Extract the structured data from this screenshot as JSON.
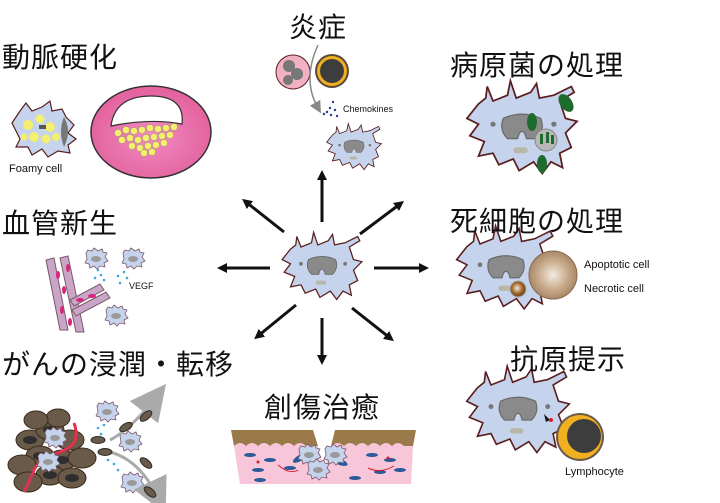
{
  "diagram": {
    "center": "macrophage",
    "sections": [
      {
        "id": "atherosclerosis",
        "title": "動脈硬化",
        "labels": [
          "Foamy cell"
        ]
      },
      {
        "id": "inflammation",
        "title": "炎症",
        "labels": [
          "Chemokines"
        ]
      },
      {
        "id": "pathogen",
        "title": "病原菌の処理",
        "labels": []
      },
      {
        "id": "angiogenesis",
        "title": "血管新生",
        "labels": [
          "VEGF"
        ]
      },
      {
        "id": "dead-cell",
        "title": "死細胞の処理",
        "labels": [
          "Apoptotic cell",
          "Necrotic cell"
        ]
      },
      {
        "id": "cancer",
        "title": "がんの浸潤・転移",
        "labels": []
      },
      {
        "id": "wound",
        "title": "創傷治癒",
        "labels": []
      },
      {
        "id": "antigen",
        "title": "抗原提示",
        "labels": [
          "Lymphocyte"
        ]
      }
    ]
  },
  "colors": {
    "cell_fill": "#c5d3ec",
    "cell_outline": "#5a1e1e",
    "nucleus": "#8a8a8a",
    "artery": "#e56aa8",
    "foam": "#f4ef6e",
    "bacteria": "#1e6b2e",
    "arrow": "#111111",
    "lymph_ring": "#f0b020",
    "lymph_core": "#3d3d3d",
    "dead_cell": "#b89a7a",
    "skin_top": "#9b7a4a",
    "skin_tissue": "#f7c6d8",
    "vessel": "#e02a6a",
    "chemokine": "#2a3a9a",
    "vegf": "#38a8e0"
  }
}
